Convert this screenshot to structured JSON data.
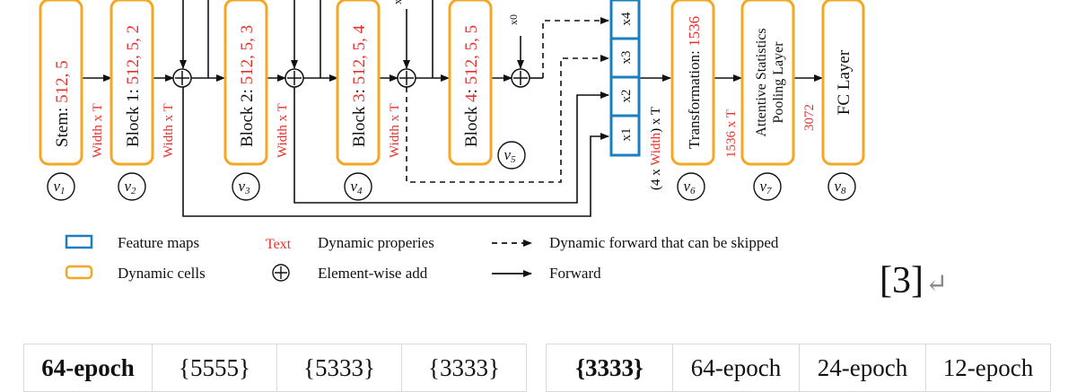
{
  "diagram": {
    "cells": [
      {
        "id": "stem",
        "prefix": "Stem: ",
        "value": "512, 5",
        "node": "v",
        "sub": "1",
        "below": "Width x T"
      },
      {
        "id": "block1",
        "prefix": "Block 1: ",
        "value": "512, 5, 2",
        "node": "v",
        "sub": "2",
        "below": "Width x T"
      },
      {
        "id": "block2",
        "prefix": "Block 2: ",
        "value": "512, 5, 3",
        "node": "v",
        "sub": "3",
        "below": "Width x T"
      },
      {
        "id": "block3",
        "prefix": "Block ",
        "red_num": "3",
        "mid": ": ",
        "value": "512, 5, 4",
        "node": "v",
        "sub": "4",
        "below": "Width x T"
      },
      {
        "id": "block4",
        "prefix": "Block ",
        "red_num": "4",
        "mid": ": ",
        "value": "512, 5, 5",
        "node": "v",
        "sub": "5"
      },
      {
        "id": "transformation",
        "prefix": "Transformation: ",
        "value": "1536",
        "node": "v",
        "sub": "6",
        "below": "1536 x T"
      },
      {
        "id": "attentive",
        "line1": "Attentive Statistics",
        "line2": "Pooling Layer",
        "node": "v",
        "sub": "7",
        "below": "3072"
      },
      {
        "id": "fc",
        "label": "FC Layer",
        "node": "v",
        "sub": "8"
      }
    ],
    "feature_map": {
      "items": [
        "x4",
        "x3",
        "x2",
        "x1"
      ],
      "below_open": "(4 x ",
      "below_red": "Width",
      "below_close": ") x T"
    },
    "partial_labels": {
      "x_top": "x",
      "x0": "x0"
    }
  },
  "legend": {
    "feature_maps": "Feature maps",
    "dynamic_cells": "Dynamic cells",
    "text_sample": "Text",
    "dynamic_properties": "Dynamic properies",
    "element_wise_add": "Element-wise add",
    "dynamic_forward": "Dynamic forward  that can be skipped",
    "forward": "Forward"
  },
  "reference": {
    "label": "[3]",
    "return_mark": "↵"
  },
  "tables": {
    "left": [
      "64-epoch",
      "{5555}",
      "{5333}",
      "{3333}"
    ],
    "right": [
      "{3333}",
      "64-epoch",
      "24-epoch",
      "12-epoch"
    ]
  },
  "colors": {
    "cell_border": "#f5a623",
    "feature_border": "#1a7fc1",
    "red_text": "#e8302a",
    "line": "#111111"
  }
}
